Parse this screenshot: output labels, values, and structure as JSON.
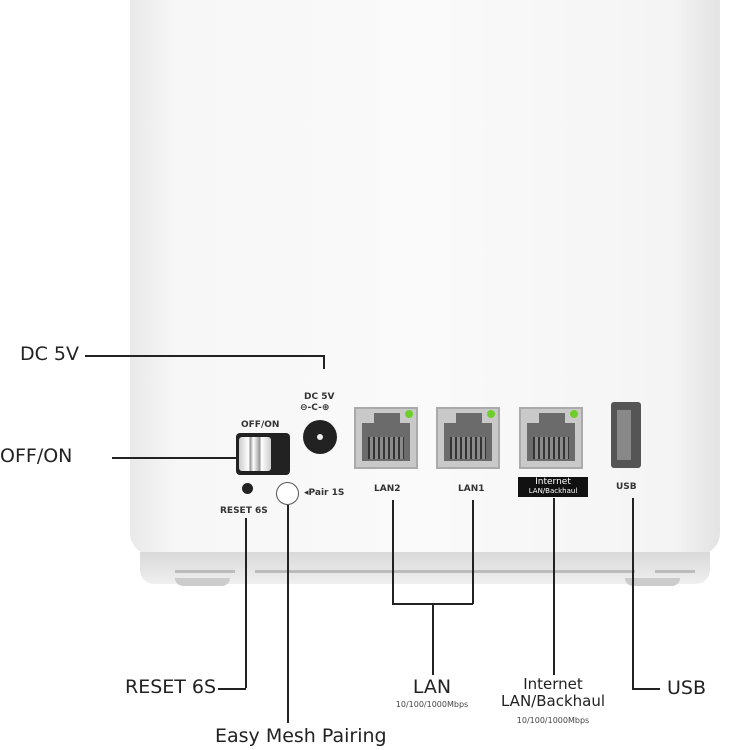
{
  "device_labels": {
    "dc": "DC 5V",
    "dc_symbol": "⊖-C-⊕",
    "switch": "OFF/ON",
    "lan2": "LAN2",
    "lan1": "LAN1",
    "internet_top": "Internet",
    "internet_bottom": "LAN/Backhaul",
    "usb": "USB",
    "reset": "RESET 6S",
    "pair": "◂Pair 1S"
  },
  "callouts": {
    "dc": "DC 5V",
    "switch": "OFF/ON",
    "reset": "RESET 6S",
    "pairing": "Easy Mesh Pairing",
    "lan": "LAN",
    "lan_speed": "10/100/1000Mbps",
    "internet_1": "Internet",
    "internet_2": "LAN/Backhaul",
    "internet_speed": "10/100/1000Mbps",
    "usb": "USB"
  },
  "colors": {
    "led": "#6fcf2a"
  }
}
